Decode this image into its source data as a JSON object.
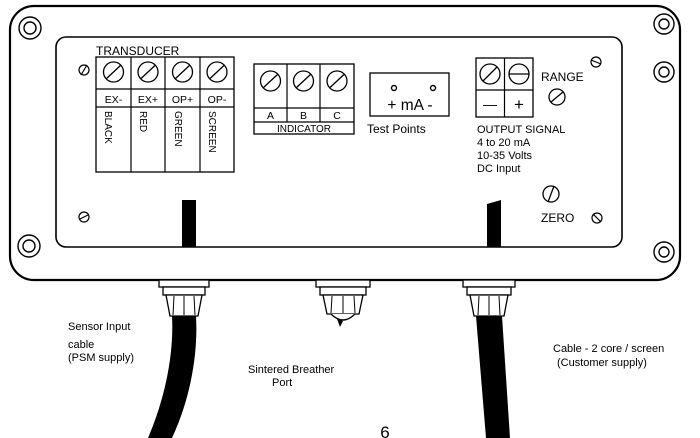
{
  "enclosure": {
    "transducer": {
      "title": "TRANSDUCER",
      "terminals": [
        "EX-",
        "EX+",
        "OP+",
        "OP-"
      ],
      "wire_colors": [
        "BLACK",
        "RED",
        "GREEN",
        "SCREEN"
      ]
    },
    "indicator": {
      "title": "INDICATOR",
      "terminals": [
        "A",
        "B",
        "C"
      ]
    },
    "test_points": {
      "symbol": "+ mA -",
      "label": "Test Points"
    },
    "output": {
      "minus": "—",
      "plus": "+",
      "range_label": "RANGE",
      "signal_lines": [
        "OUTPUT SIGNAL",
        "4 to 20 mA",
        "10-35 Volts",
        "DC Input"
      ],
      "zero_label": "ZERO"
    }
  },
  "callouts": {
    "sensor_input": [
      "Sensor Input",
      "cable",
      "(PSM supply)"
    ],
    "breather": [
      "Sintered Breather",
      "Port"
    ],
    "output_cable": [
      "Cable - 2 core / screen",
      "(Customer supply)"
    ]
  },
  "page_number": "6"
}
